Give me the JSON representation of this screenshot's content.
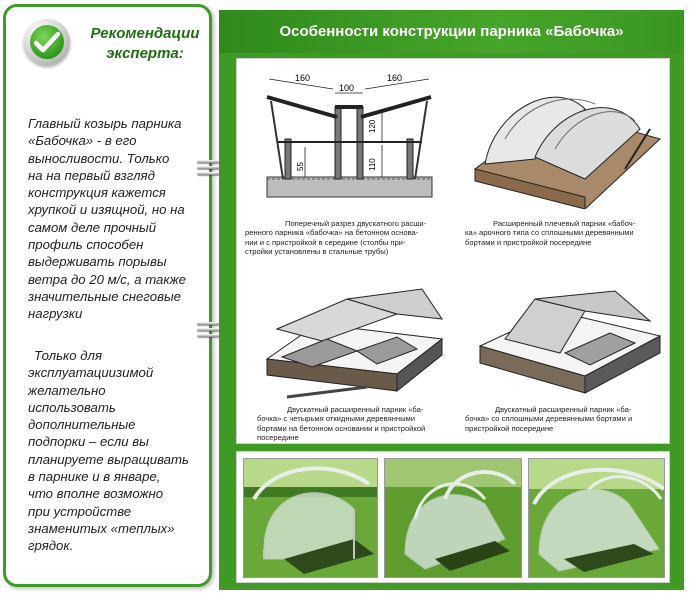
{
  "sidebar": {
    "title_line1": "Рекомендации",
    "title_line2": "эксперта:",
    "paragraph1_lines": [
      "Главный козырь парника",
      "«Бабочка» - в его",
      "выносливости.  Только",
      "на на первый взгляд",
      "конструкция кажется",
      "хрупкой и изящной, но на",
      "самом деле прочный",
      "профиль способен",
      "выдерживать порывы",
      "ветра до 20 м/с, а также",
      "значительные снеговые",
      "нагрузки"
    ],
    "paragraph2_lines": [
      "Только для",
      "эксплуатациизимой",
      "желательно",
      "использовать",
      "дополнительные",
      "подпорки – если вы",
      "планируете выращивать",
      "в парнике и    в январе,",
      "что вполне возможно",
      "при устройстве",
      "знаменитых «теплых»",
      "грядок."
    ],
    "badge_icon": "checkmark-icon",
    "accent_color": "#3f9a2a"
  },
  "main": {
    "title": "Особенности конструкции парника «Бабочка»",
    "header_color": "#3e9a25",
    "dimensions": {
      "top_left": "160",
      "top_middle": "100",
      "top_right": "160",
      "right_upper": "120",
      "right_lower": "110",
      "left": "55"
    },
    "captions": {
      "fig1": [
        "Поперечный разрез двускатного расши-",
        "ренного парника «бабочка» на бетонном основа-",
        "нии и с пристройкой в середине (столбы при-",
        "стройки установлены в стальные трубы)"
      ],
      "fig2": [
        "Расширенный плечевый парник «бабоч-",
        "ка» арочного типа со сплошными деревянными",
        "бортами и пристройкой посередине"
      ],
      "fig3": [
        "Двускатный расширенный парник «ба-",
        "бочка» с четырьмя откидными деревянными",
        "бортами на бетонном основании и пристройкой",
        "посередине"
      ],
      "fig4": [
        "Двускатный расширенный парник «ба-",
        "бочка» со сплошными деревянными бортами и",
        "пристройкой посередине"
      ]
    }
  }
}
